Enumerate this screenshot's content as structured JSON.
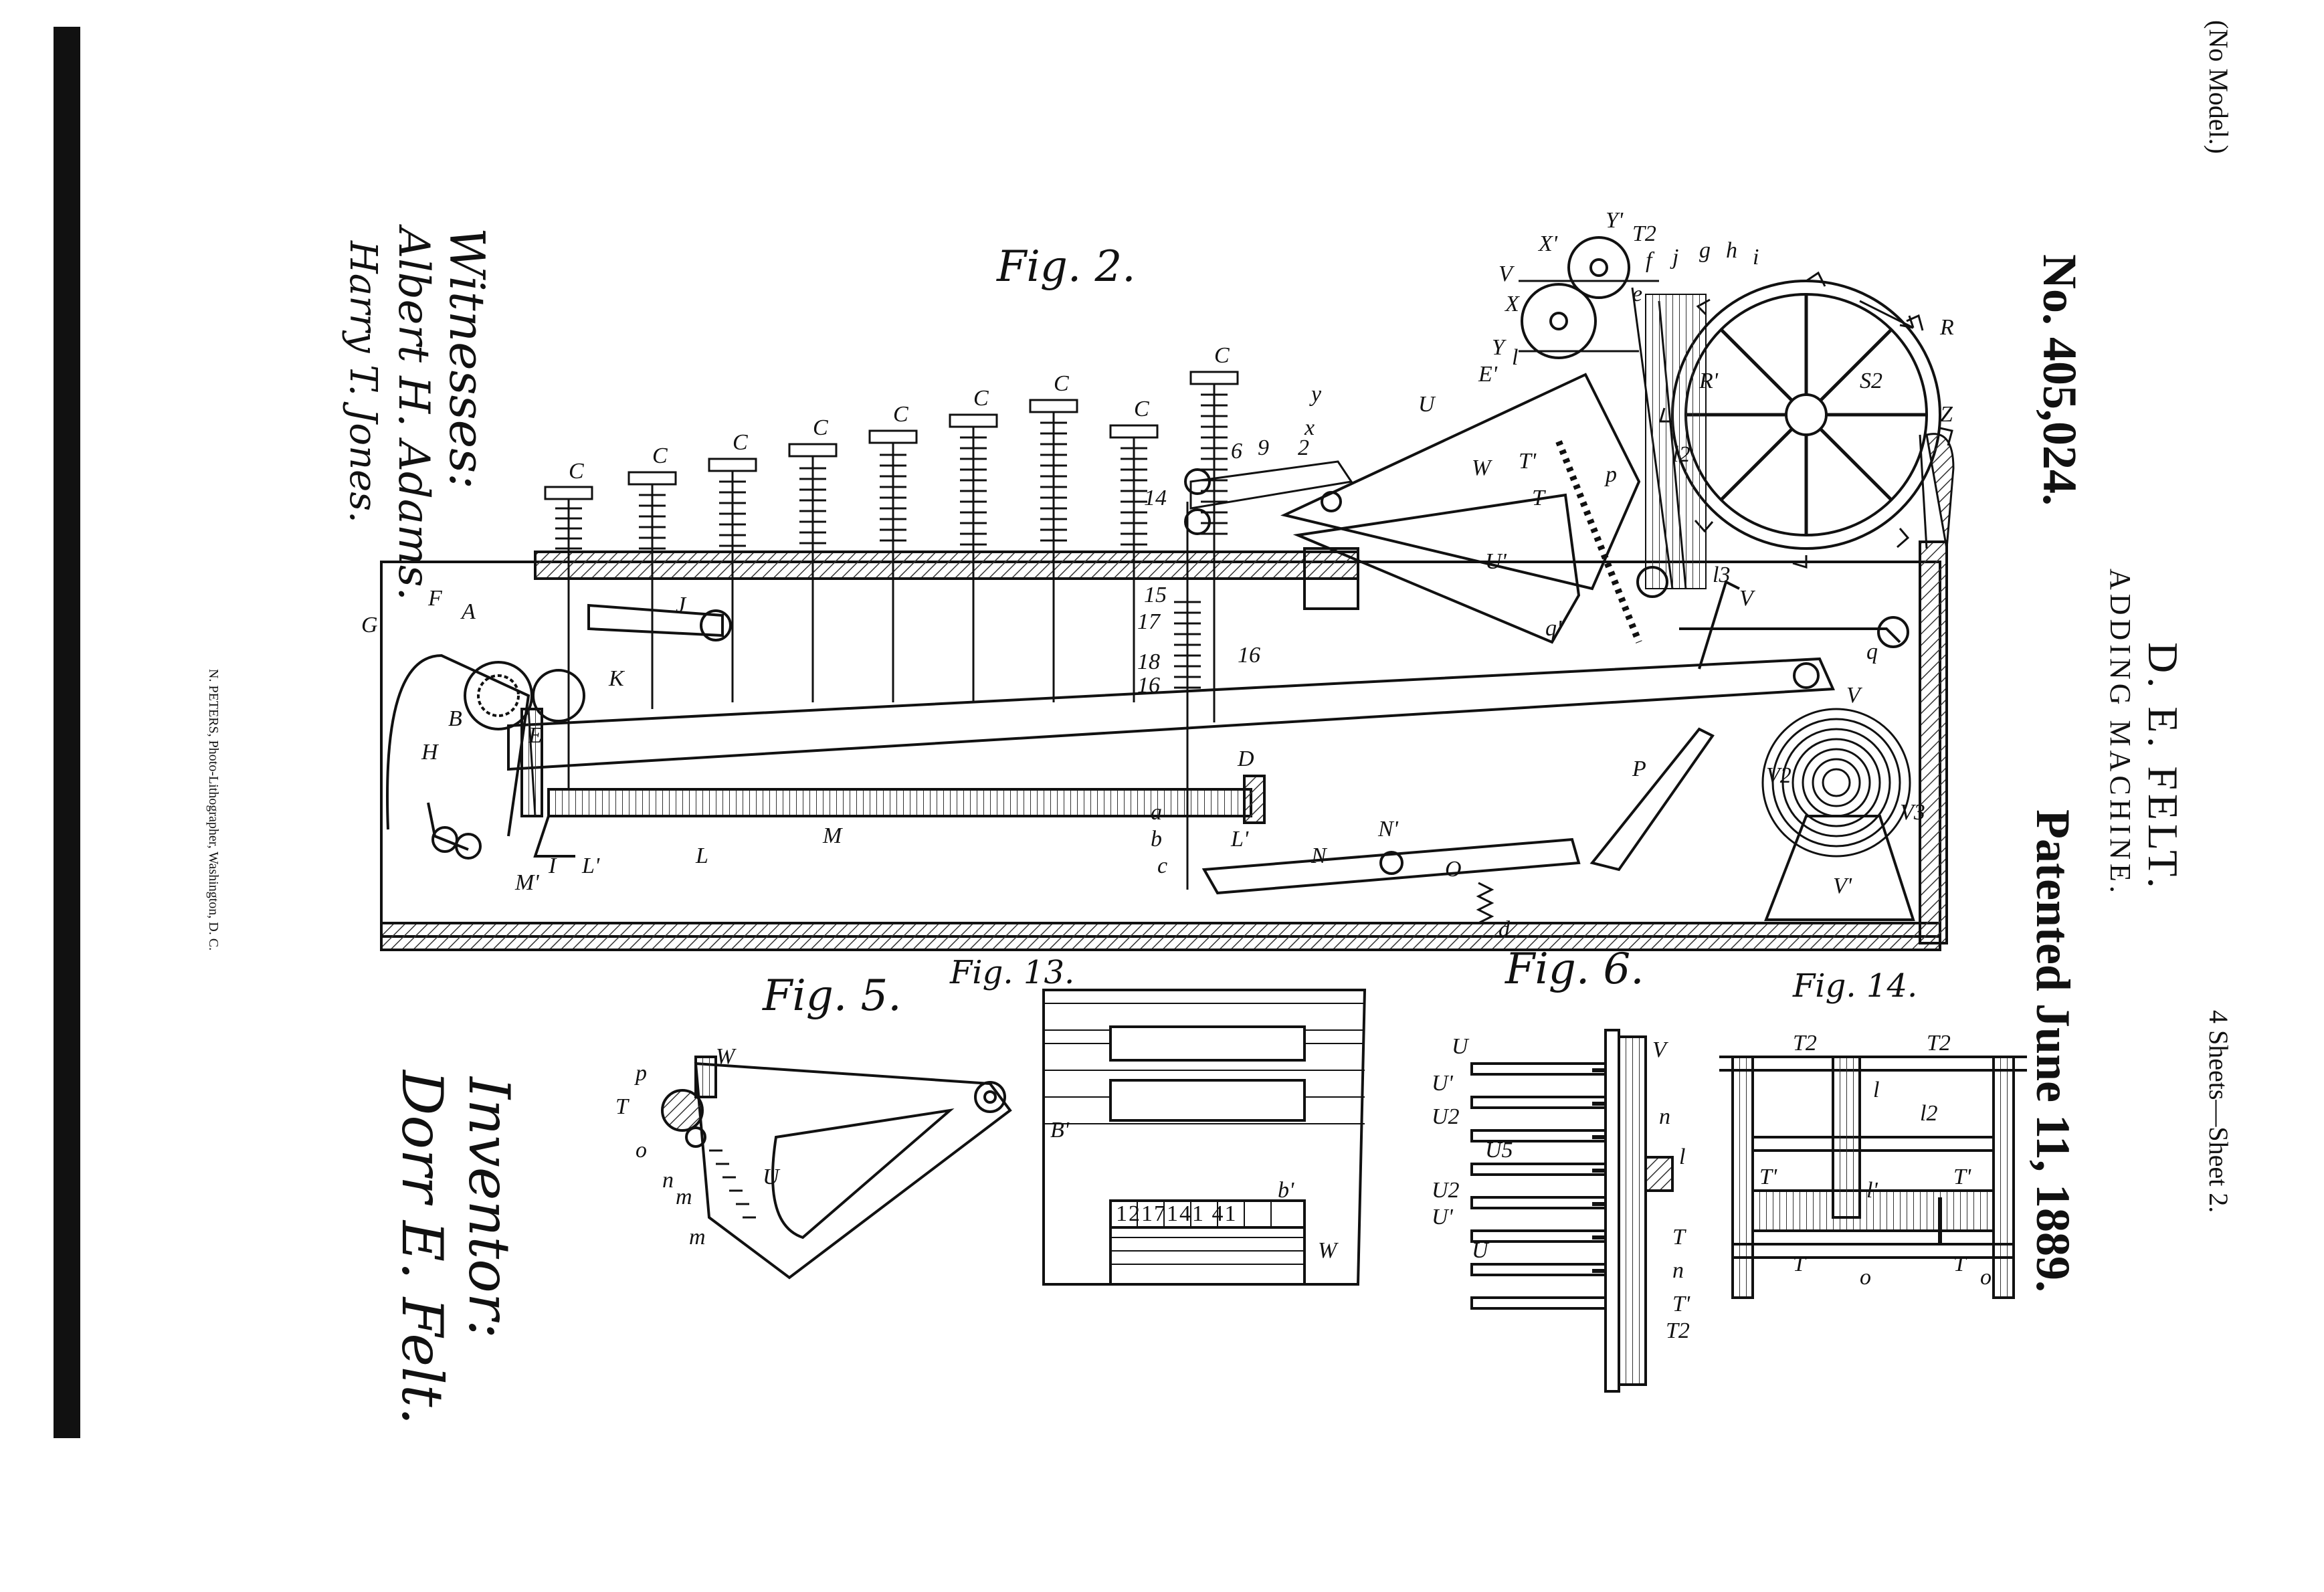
{
  "patent": {
    "model_note": "(No Model.)",
    "sheets": "4 Sheets—Sheet 2.",
    "inventor_name": "D. E. FELT.",
    "title": "ADDING MACHINE.",
    "number": "No. 405,024.",
    "date": "Patented June 11, 1889."
  },
  "figures": {
    "fig2": "Fig. 2.",
    "fig5": "Fig. 5.",
    "fig13": "Fig. 13.",
    "fig6": "Fig. 6.",
    "fig14": "Fig. 14."
  },
  "witnesses": {
    "heading": "Witnesses:",
    "names": [
      "Albert H. Adams.",
      "Harry T. Jones."
    ]
  },
  "inventor_block": {
    "heading": "Inventor:",
    "signature": "Dorr E. Felt."
  },
  "printer": "N. PETERS, Photo-Lithographer, Washington, D. C.",
  "fig13_register": "1217141 41",
  "labels": {
    "key": "C",
    "fig2": [
      "F",
      "A",
      "G",
      "B",
      "E",
      "H",
      "K",
      "J",
      "M",
      "L",
      "I",
      "L'",
      "M'",
      "D",
      "a",
      "b",
      "c",
      "L'",
      "N",
      "N'",
      "O",
      "d",
      "P",
      "V",
      "V",
      "V'",
      "V2",
      "V3",
      "q",
      "q'",
      "U",
      "U'",
      "T'",
      "W",
      "T",
      "y",
      "x",
      "6",
      "9",
      "2",
      "14",
      "15",
      "16",
      "17",
      "18",
      "16",
      "X",
      "X'",
      "Y",
      "Y'",
      "T2",
      "f",
      "j",
      "g",
      "h",
      "i",
      "e",
      "E'",
      "l",
      "l3",
      "R",
      "R'",
      "S2",
      "Z",
      "l2",
      "p",
      "V"
    ],
    "fig5": [
      "p",
      "W",
      "T",
      "o",
      "n",
      "m",
      "m",
      "U"
    ],
    "fig13": [
      "B'",
      "b'",
      "W"
    ],
    "fig6": [
      "U",
      "V",
      "U'",
      "U2",
      "n",
      "l",
      "U5",
      "U2",
      "U'",
      "T",
      "n",
      "U",
      "T'",
      "T2"
    ],
    "fig14": [
      "T2",
      "T2",
      "l",
      "l2",
      "T'",
      "l'",
      "T'",
      "T",
      "o",
      "T",
      "o"
    ]
  },
  "colors": {
    "ink": "#111111",
    "paper": "#ffffff",
    "hatch": "#333333"
  }
}
